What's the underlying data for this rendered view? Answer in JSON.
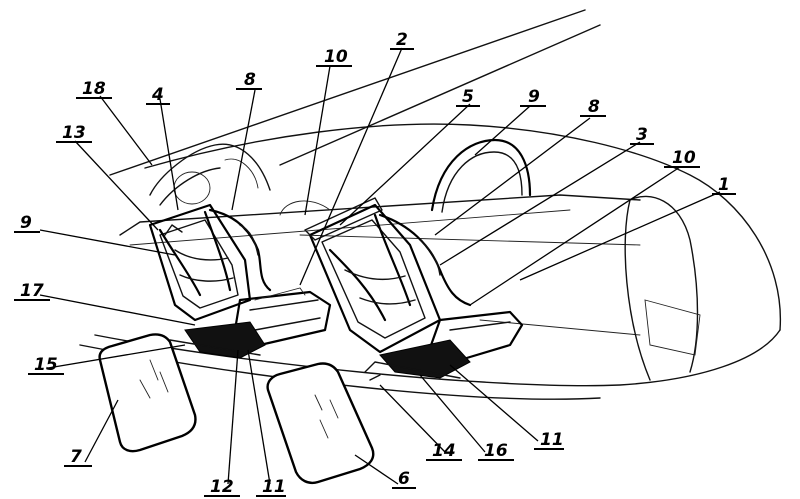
{
  "callouts": [
    {
      "id": "1",
      "label": "1"
    },
    {
      "id": "2",
      "label": "2"
    },
    {
      "id": "3",
      "label": "3"
    },
    {
      "id": "4",
      "label": "4"
    },
    {
      "id": "5",
      "label": "5"
    },
    {
      "id": "6",
      "label": "6"
    },
    {
      "id": "7",
      "label": "7"
    },
    {
      "id": "8a",
      "label": "8"
    },
    {
      "id": "8b",
      "label": "8"
    },
    {
      "id": "9a",
      "label": "9"
    },
    {
      "id": "9b",
      "label": "9"
    },
    {
      "id": "10a",
      "label": "10"
    },
    {
      "id": "10b",
      "label": "10"
    },
    {
      "id": "11a",
      "label": "11"
    },
    {
      "id": "11b",
      "label": "11"
    },
    {
      "id": "12",
      "label": "12"
    },
    {
      "id": "13",
      "label": "13"
    },
    {
      "id": "14",
      "label": "14"
    },
    {
      "id": "15",
      "label": "15"
    },
    {
      "id": "16",
      "label": "16"
    },
    {
      "id": "17",
      "label": "17"
    },
    {
      "id": "18",
      "label": "18"
    }
  ]
}
